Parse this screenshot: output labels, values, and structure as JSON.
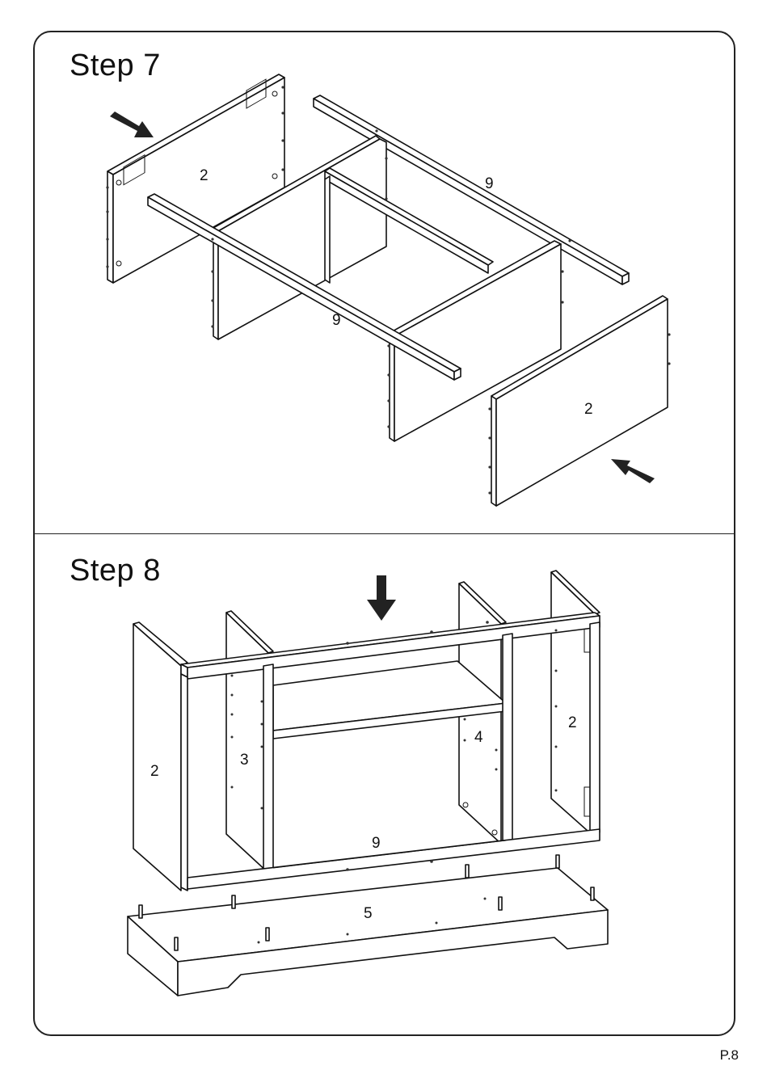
{
  "steps": [
    {
      "title": "Step  7",
      "labels": {
        "left_panel": "2",
        "rail_back": "9",
        "rail_front": "9",
        "right_panel": "2"
      }
    },
    {
      "title": "Step  8",
      "labels": {
        "left_side": "2",
        "divider_left": "3",
        "divider_right": "4",
        "right_side": "2",
        "bottom_rail": "9",
        "base": "5"
      }
    }
  ],
  "footer": {
    "page_number": "P.8"
  }
}
